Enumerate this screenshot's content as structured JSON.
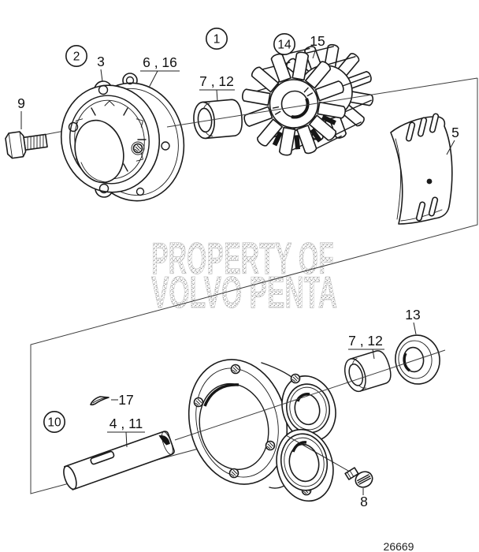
{
  "colors": {
    "line": "#1b1b1b",
    "watermark": "#bfbfbf",
    "background": "#ffffff"
  },
  "watermark": {
    "line1": "PROPERTY OF",
    "line2": "VOLVO PENTA"
  },
  "drawing_number": "26669",
  "callouts": {
    "circled_1": "1",
    "circled_2": "2",
    "circled_14": "14",
    "circled_10": "10",
    "part_3": "3",
    "part_5": "5",
    "part_6_16": "6 , 16",
    "part_7_12_top": "7 , 12",
    "part_7_12_bottom": "7 , 12",
    "part_8": "8",
    "part_9": "9",
    "part_13": "13",
    "part_15": "15",
    "part_17": "17",
    "part_4_11": "4 , 11"
  }
}
